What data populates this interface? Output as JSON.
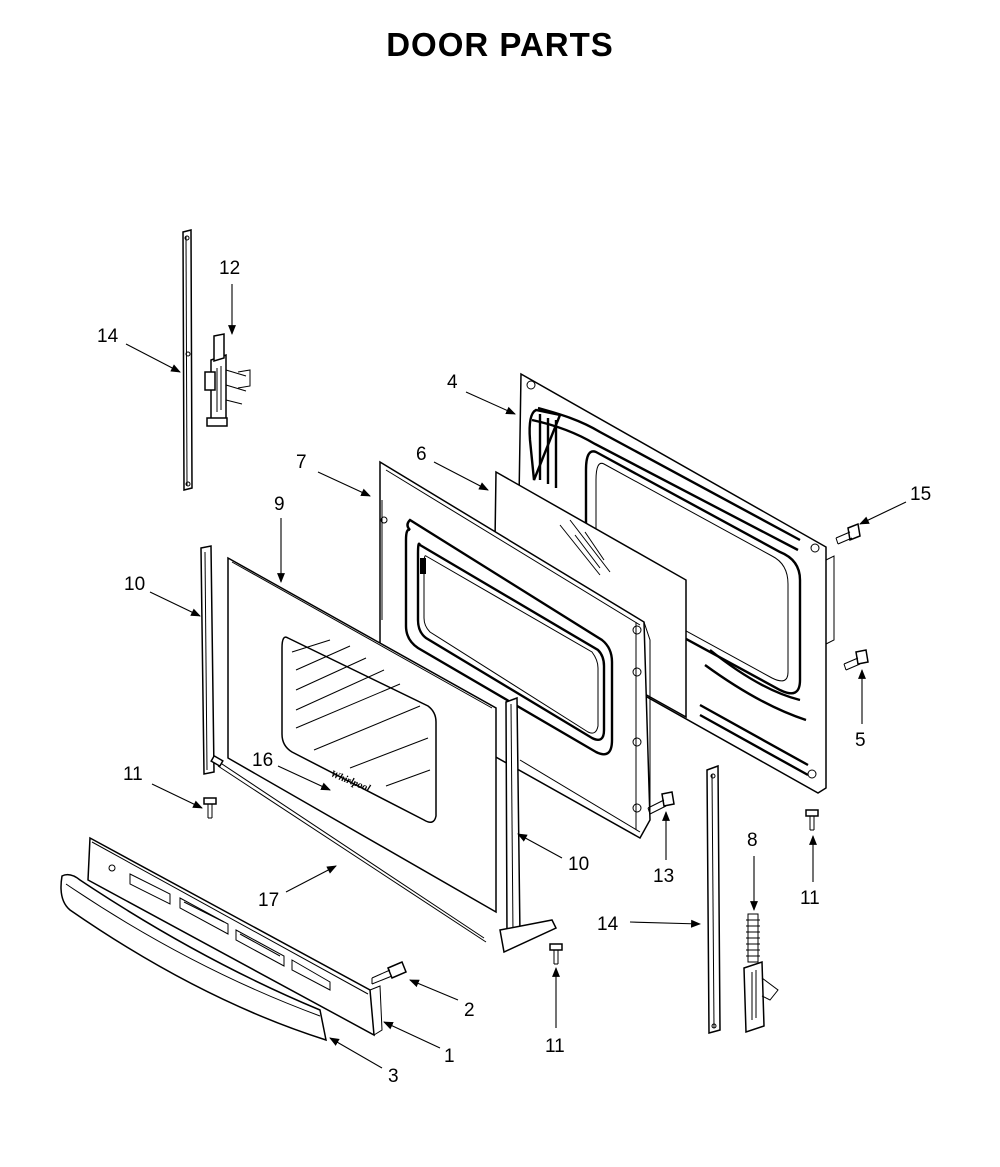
{
  "title": "DOOR PARTS",
  "brand_mark": "Whirlpool",
  "callouts": [
    {
      "key": "c12",
      "label": "12"
    },
    {
      "key": "c14a",
      "label": "14"
    },
    {
      "key": "c4",
      "label": "4"
    },
    {
      "key": "c7",
      "label": "7"
    },
    {
      "key": "c6",
      "label": "6"
    },
    {
      "key": "c9",
      "label": "9"
    },
    {
      "key": "c15",
      "label": "15"
    },
    {
      "key": "c10a",
      "label": "10"
    },
    {
      "key": "c5",
      "label": "5"
    },
    {
      "key": "c11a",
      "label": "11"
    },
    {
      "key": "c16",
      "label": "16"
    },
    {
      "key": "c8",
      "label": "8"
    },
    {
      "key": "c10b",
      "label": "10"
    },
    {
      "key": "c13",
      "label": "13"
    },
    {
      "key": "c11b",
      "label": "11"
    },
    {
      "key": "c17",
      "label": "17"
    },
    {
      "key": "c14b",
      "label": "14"
    },
    {
      "key": "c2",
      "label": "2"
    },
    {
      "key": "c1",
      "label": "1"
    },
    {
      "key": "c11c",
      "label": "11"
    },
    {
      "key": "c3",
      "label": "3"
    }
  ]
}
